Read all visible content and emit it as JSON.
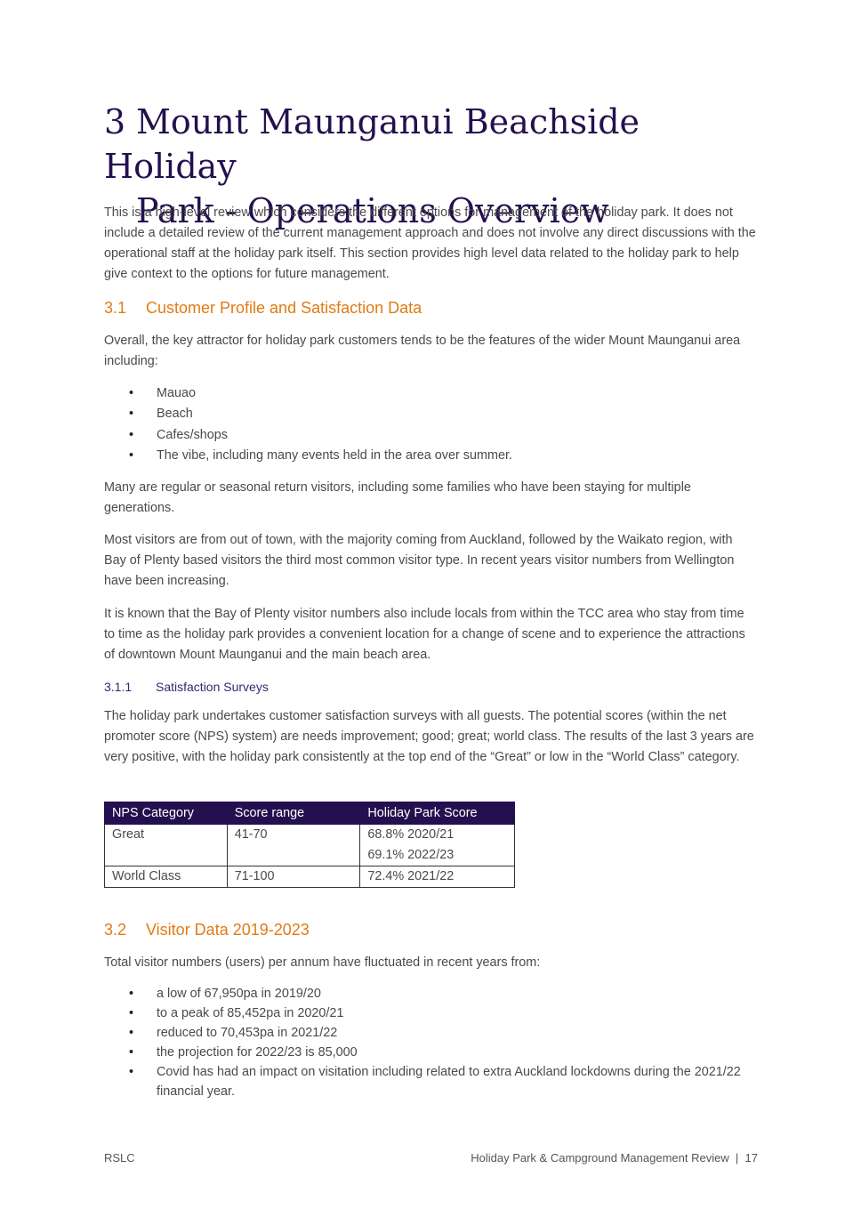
{
  "heading": {
    "number": "3",
    "line1": "Mount Maunganui Beachside Holiday",
    "line2": "Park - Operations Overview"
  },
  "intro": "This is a high-level review which considers the different options for management of the holiday park. It does not include a detailed review of the current management approach and does not involve any direct discussions with the operational staff at the holiday park itself. This section provides high level data related to the holiday park to help give context to the options for future management.",
  "section_3_1": {
    "number": "3.1",
    "title": "Customer Profile and Satisfaction Data",
    "para1": "Overall, the key attractor for holiday park customers tends to be the features of the wider Mount Maunganui area including:",
    "bullets": [
      "Mauao",
      "Beach",
      "Cafes/shops",
      "The vibe, including many events held in the area over summer."
    ],
    "para2": "Many are regular or seasonal return visitors, including some families who have been staying for multiple generations.",
    "para3": "Most visitors are from out of town, with the majority coming from Auckland, followed by the Waikato region, with Bay of Plenty based visitors the third most common visitor type. In recent years visitor numbers from Wellington have been increasing.",
    "para4": "It is known that the Bay of Plenty visitor numbers also include locals from within the TCC area who stay from time to time as the holiday park provides a convenient location for a change of scene and to experience the attractions of downtown Mount Maunganui and the main beach area."
  },
  "section_3_1_1": {
    "number": "3.1.1",
    "title": "Satisfaction Surveys",
    "para": "The holiday park undertakes customer satisfaction surveys with all guests. The potential scores (within the net promoter score (NPS) system) are needs improvement; good; great; world class. The results of the last 3 years are very positive, with the holiday park consistently at the top end of the “Great” or low in the “World Class” category.",
    "table": {
      "headers": [
        "NPS Category",
        "Score range",
        "Holiday Park Score"
      ],
      "rows": [
        {
          "category": "Great",
          "range": "41-70",
          "score1": "68.8% 2020/21",
          "score2": "69.1% 2022/23"
        },
        {
          "category": "World Class",
          "range": "71-100",
          "score1": "72.4% 2021/22"
        }
      ]
    }
  },
  "section_3_2": {
    "number": "3.2",
    "title": "Visitor Data 2019-2023",
    "para": "Total visitor numbers (users) per annum have fluctuated in recent years from:",
    "bullets": [
      "a low of 67,950pa in 2019/20",
      "to a peak of 85,452pa in 2020/21",
      "reduced to 70,453pa in 2021/22",
      "the projection for 2022/23 is 85,000",
      "Covid has had an impact on visitation including related to extra Auckland lockdowns during the 2021/22 financial year."
    ]
  },
  "footer": {
    "left": "RSLC",
    "right": "Holiday Park & Campground Management Review  |  17"
  }
}
